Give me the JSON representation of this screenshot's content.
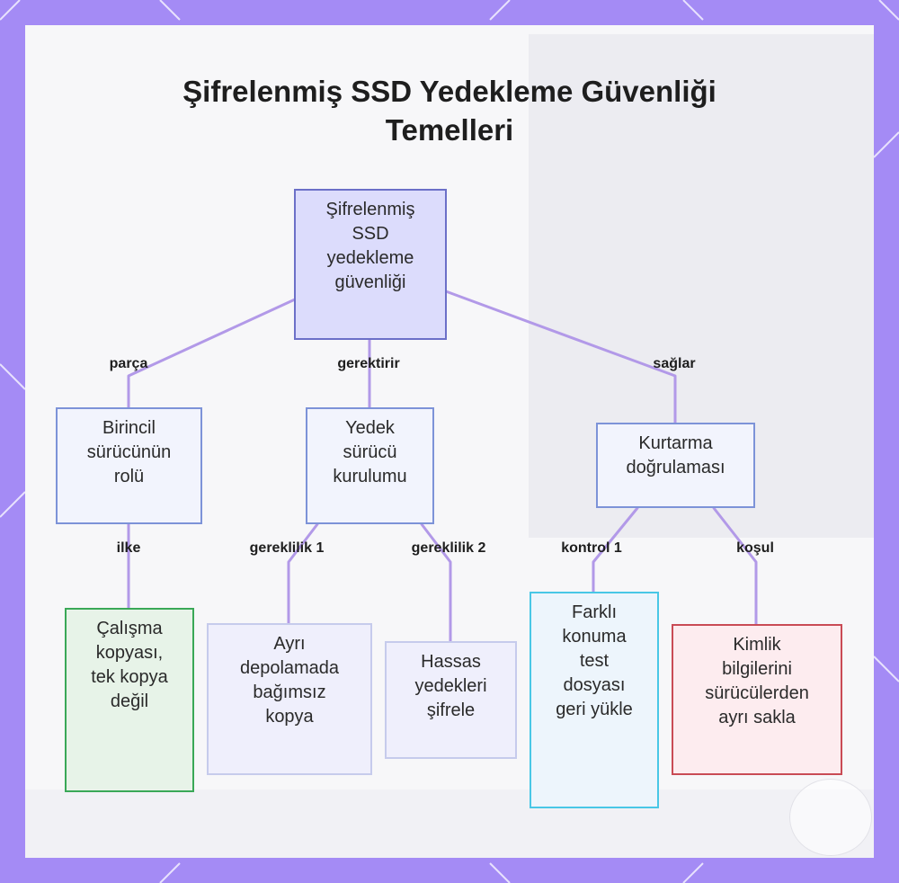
{
  "title": [
    "Şifrelenmiş SSD Yedekleme Güvenliği",
    "Temelleri"
  ],
  "colors": {
    "frame": "#a48bf5",
    "edge": "#b299e8",
    "root_fill": "#dcdcfc",
    "root_border": "#6c70c8",
    "mid_fill": "#f2f4fd",
    "mid_border": "#7d93d8",
    "green_fill": "#e7f3e8",
    "green_border": "#3aa857",
    "lavender_fill": "#efeffc",
    "lavender_border": "#c6cbec",
    "cyan_fill": "#edf5fc",
    "cyan_border": "#49c7e6",
    "red_fill": "#fdecef",
    "red_border": "#c94b55"
  },
  "nodes": {
    "root": [
      "Şifrelenmiş",
      "SSD",
      "yedekleme",
      "güvenliği"
    ],
    "primary": [
      "Birincil",
      "sürücünün",
      "rolü"
    ],
    "backup": [
      "Yedek",
      "sürücü",
      "kurulumu"
    ],
    "recovery": [
      "Kurtarma",
      "doğrulaması"
    ],
    "working_copy": [
      "Çalışma",
      "kopyası,",
      "tek kopya",
      "değil"
    ],
    "independent_copy": [
      "Ayrı",
      "depolamada",
      "bağımsız",
      "kopya"
    ],
    "encrypt": [
      "Hassas",
      "yedekleri",
      "şifrele"
    ],
    "restore": [
      "Farklı",
      "konuma",
      "test",
      "dosyası",
      "geri yükle"
    ],
    "credentials": [
      "Kimlik",
      "bilgilerini",
      "sürücülerden",
      "ayrı sakla"
    ]
  },
  "edges": {
    "root_primary": "parça",
    "root_backup": "gerektirir",
    "root_recovery": "sağlar",
    "primary_working": "ilke",
    "backup_independent": "gereklilik 1",
    "backup_encrypt": "gereklilik 2",
    "recovery_restore": "kontrol 1",
    "recovery_credentials": "koşul"
  }
}
